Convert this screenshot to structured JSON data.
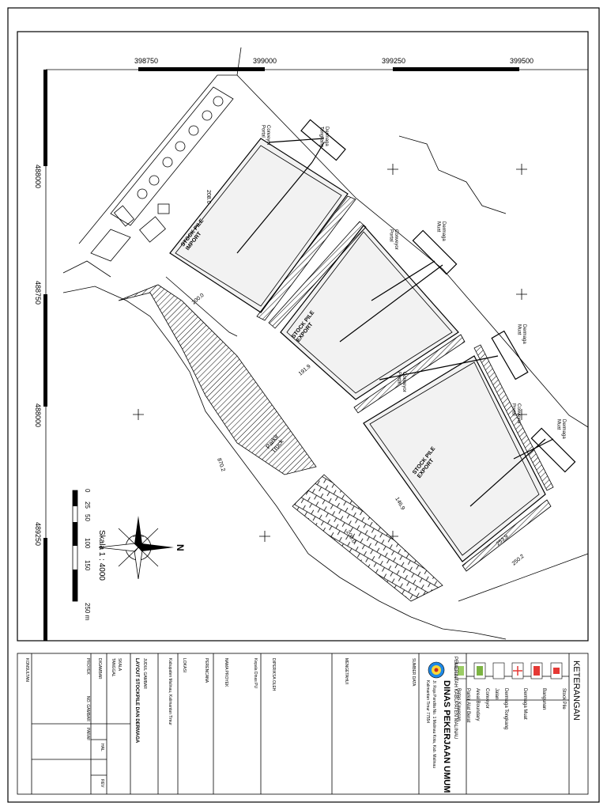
{
  "coords": {
    "x_top": [
      "398750",
      "399000",
      "399250",
      "399500"
    ],
    "y_left": [
      "488000",
      "488750",
      "488000",
      "489250"
    ]
  },
  "map_labels": {
    "stock1": "STOCK PILE\nIMPORT",
    "stock2": "STOCK PILE\nEXPORT",
    "stock3": "STOCK PILE\nEXPORT",
    "dermaga1": "Dermaga\nTongkang",
    "dermaga2": "Dermaga\nMuat",
    "dermaga3": "Dermaga\nMuat",
    "dermaga4": "Dermaga\nMuat",
    "parkir": "Parkir\nTruck",
    "conveyor1": "Conveyor\nPortal",
    "conveyor2": "Conveyor\nPortal",
    "conveyor3": "Conveyor\nPortal",
    "conveyor4": "Conveyor\nPortal",
    "dim1": "200.0",
    "dim2": "208.0",
    "dim3": "191.9",
    "dim4": "253.9",
    "dim5": "870.2",
    "dim6": "146.9",
    "dim7": "200.0",
    "dim8": "250.2"
  },
  "scale": {
    "ticks": [
      "0",
      "25",
      "50",
      "100",
      "150",
      "250 m"
    ],
    "label": "Skala 1 : 4000",
    "north": "N"
  },
  "legend": {
    "title": "KETERANGAN",
    "items": [
      "Stock Pile",
      "Bangunan",
      "Dermaga Muat",
      "Dermaga Tongkang",
      "Jalan",
      "Conveyor",
      "Areal Boundary",
      "Parkir Alat Berat",
      "Batas Kawasan"
    ]
  },
  "agency": {
    "line1": "PEMERINTAH KABUPATEN MALINAU",
    "line2": "DINAS PEKERJAAN UMUM",
    "line3": "Jl. Raja Pandita No. 1 Malinau Kota, Kab. Malinau",
    "line4": "Kalimantan Timur 77554"
  },
  "title_block": {
    "mengetahui": "MENGETAHUI",
    "diperiksa": "DIPERIKSA OLEH",
    "digambar": "DIGAMBAR",
    "kepala_label": "Kepala Dinas PU",
    "perencana": "PERENCANA",
    "nama_proyek": "NAMA PROYEK",
    "lokasi": "LOKASI",
    "lokasi_value": "Kabupaten Malinau, Kalimantan Timur",
    "judul": "JUDUL GAMBAR",
    "judul_value": "LAYOUT STOCKPILE DAN DERMAGA",
    "skala": "SKALA",
    "tanggal": "TANGGAL",
    "proyek": "PROYEK",
    "no_gambar": "NO. GAMBAR",
    "paraf": "PARAF",
    "hal": "HAL",
    "rev": "REV",
    "konsultan": "KONSULTAN",
    "sumber": "SUMBER DATA"
  }
}
